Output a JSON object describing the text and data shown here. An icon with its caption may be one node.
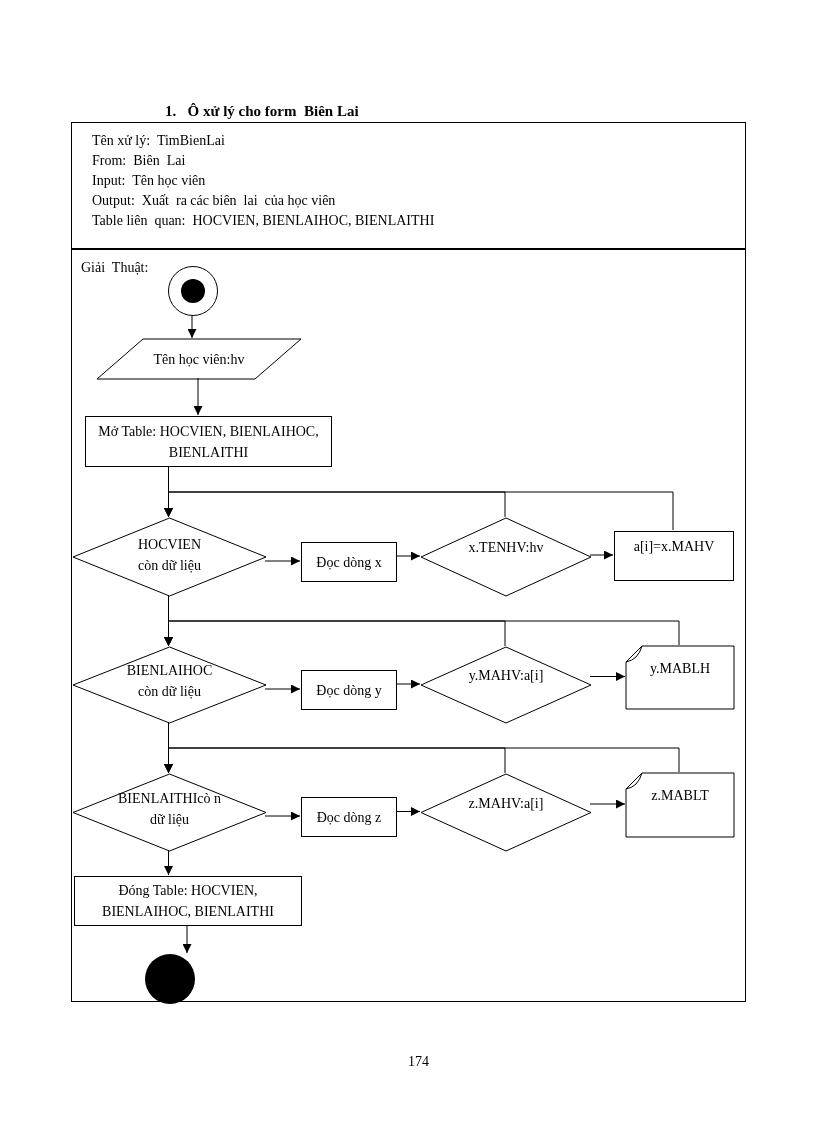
{
  "diagram": {
    "title": "1.   Ô xử lý cho form  Biên Lai",
    "nodes": [
      {
        "text": [
          "Tên xử lý:  TimBienLai",
          "From:  Biên  Lai",
          "Input:  Tên học viên",
          "Output:  Xuất  ra các biên  lai  của học viên",
          "Table liên  quan:  HOCVIEN, BIENLAIHOC, BIENLAITHI"
        ]
      },
      {
        "text": [
          "Giải  Thuật:"
        ]
      },
      {
        "text": [],
        "shape": "circle",
        "in": 1
      },
      {
        "text": [
          "Tên học  viên:hv"
        ],
        "in": 1
      },
      {
        "text": [
          "Mở Table:  HOCVIEN, BIENLAIHOC, BIENLAITHI"
        ],
        "in": 1
      },
      {
        "text": [
          "HOCVIEN còn dữ liệu"
        ],
        "in": 1
      },
      {
        "text": [
          "Đọc dòng  x"
        ],
        "in": 1
      },
      {
        "text": [
          "x.TENHV:hv"
        ],
        "in": 1
      },
      {
        "text": [
          "a[i]=x.MAHV"
        ],
        "in": 1
      },
      {
        "text": [
          "BIENLAIHOC còn dữ liệu"
        ],
        "in": 1
      },
      {
        "text": [
          "Đọc dòng  y"
        ],
        "in": 1
      },
      {
        "text": [
          "y.MAHV:a[i]"
        ],
        "in": 1
      },
      {
        "text": [
          "y.MABLH"
        ],
        "in": 1
      },
      {
        "text": [
          "BIENLAITHIcò n dữ liệu"
        ],
        "in": 1
      },
      {
        "text": [
          "Đọc dòng  z"
        ],
        "in": 1
      },
      {
        "text": [
          "z.MAHV:a[i]"
        ],
        "in": 1
      },
      {
        "text": [
          "z.MABLT"
        ],
        "in": 1
      },
      {
        "text": [
          "Đóng Table:  HOCVIEN, BIENLAIHOC, BIENLAITHI"
        ],
        "in": 1
      },
      {
        "text": [],
        "shape": "circle",
        "in": 1
      }
    ],
    "edges": [
      {
        "from": 2,
        "to": 3,
        "arrow": "to"
      },
      {
        "from": 3,
        "to": 4,
        "arrow": "to"
      },
      {
        "from": 4,
        "to": 5,
        "arrow": "to"
      },
      {
        "from": 5,
        "to": 6,
        "arrow": "to"
      },
      {
        "from": 6,
        "to": 7,
        "arrow": "to"
      },
      {
        "from": 7,
        "to": 8,
        "arrow": "to"
      },
      {
        "from": 7,
        "to": 5,
        "arrow": "to"
      },
      {
        "from": 8,
        "to": 5,
        "arrow": "to"
      },
      {
        "from": 5,
        "to": 9,
        "arrow": "to"
      },
      {
        "from": 9,
        "to": 10,
        "arrow": "to"
      },
      {
        "from": 10,
        "to": 11,
        "arrow": "to"
      },
      {
        "from": 11,
        "to": 12,
        "arrow": "to"
      },
      {
        "from": 11,
        "to": 9,
        "arrow": "to"
      },
      {
        "from": 12,
        "to": 9,
        "arrow": "to"
      },
      {
        "from": 9,
        "to": 13,
        "arrow": "to"
      },
      {
        "from": 13,
        "to": 14,
        "arrow": "to"
      },
      {
        "from": 14,
        "to": 15,
        "arrow": "to"
      },
      {
        "from": 15,
        "to": 16,
        "arrow": "to"
      },
      {
        "from": 15,
        "to": 13,
        "arrow": "to"
      },
      {
        "from": 16,
        "to": 13,
        "arrow": "to"
      },
      {
        "from": 13,
        "to": 17,
        "arrow": "to"
      },
      {
        "from": 17,
        "to": 18,
        "arrow": "to"
      }
    ],
    "labels": [
      "174"
    ]
  }
}
